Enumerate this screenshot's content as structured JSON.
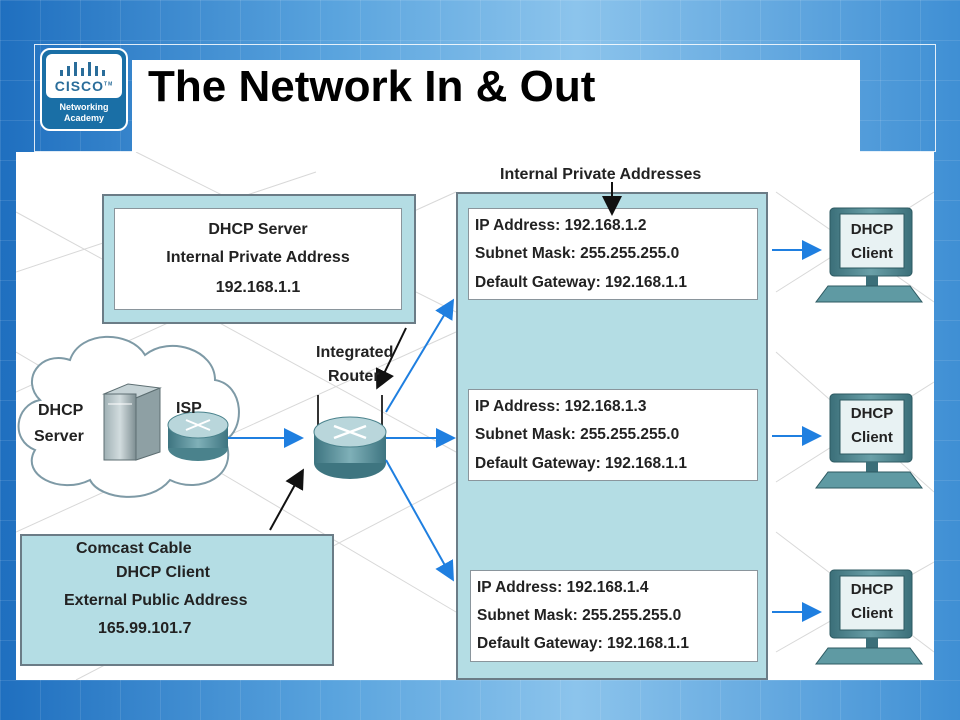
{
  "title": "The Network In & Out",
  "logo": {
    "brand": "CISCO",
    "trademark": "TM",
    "sub1": "Networking",
    "sub2": "Academy"
  },
  "dhcp_server_box": {
    "line1": "DHCP Server",
    "line2": "Internal Private Address",
    "line3": "192.168.1.1"
  },
  "internal_label": "Internal Private Addresses",
  "router_label": {
    "line1": "Integrated",
    "line2": "Router"
  },
  "cloud": {
    "dhcp_line1": "DHCP",
    "dhcp_line2": "Server",
    "isp": "ISP"
  },
  "comcast_box": {
    "line1": "Comcast Cable",
    "line2": "DHCP Client",
    "line3": "External Public Address",
    "line4": "165.99.101.7"
  },
  "clients": [
    {
      "ip": "IP Address:  192.168.1.2",
      "mask": "Subnet Mask: 255.255.255.0",
      "gw": "Default Gateway: 192.168.1.1",
      "label1": "DHCP",
      "label2": "Client"
    },
    {
      "ip": "IP Address: 192.168.1.3",
      "mask": "Subnet Mask: 255.255.255.0",
      "gw": "Default Gateway: 192.168.1.1",
      "label1": "DHCP",
      "label2": "Client"
    },
    {
      "ip": "IP Address: 192.168.1.4",
      "mask": "Subnet Mask: 255.255.255.0",
      "gw": "Default Gateway: 192.168.1.1",
      "label1": "DHCP",
      "label2": "Client"
    }
  ],
  "colors": {
    "box_fill": "#b4dde4",
    "arrow_blue": "#1f7fe0",
    "router": "#4f8c96"
  }
}
